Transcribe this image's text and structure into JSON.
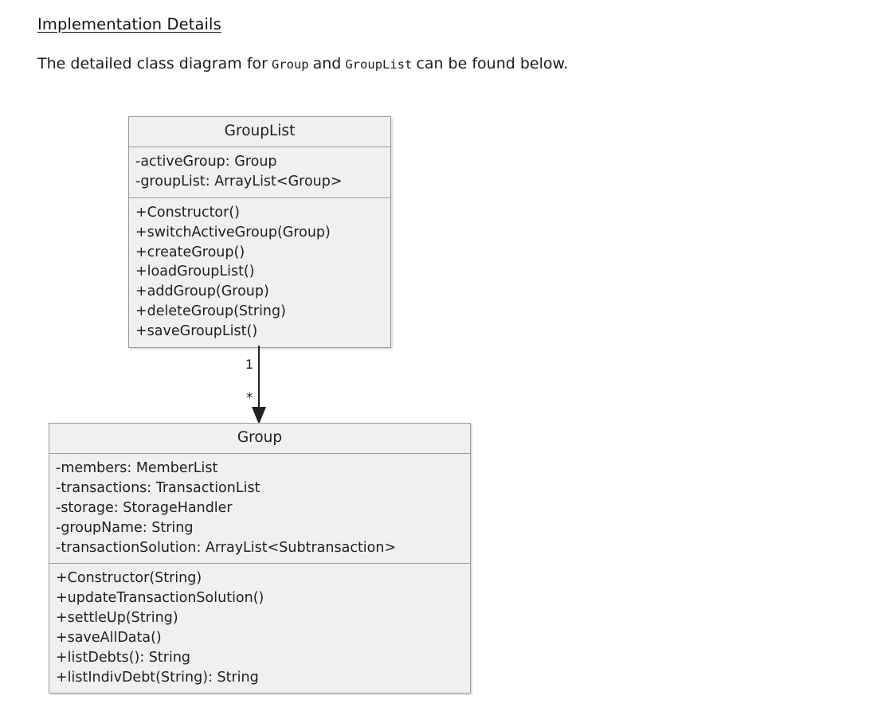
{
  "document": {
    "heading": "Implementation Details",
    "paragraph": {
      "before": "The detailed class diagram for",
      "code_1": "Group",
      "middle": "and",
      "code_2": "GroupList",
      "after": "can be found below."
    }
  },
  "diagram": {
    "type": "uml-class-diagram",
    "classes": [
      {
        "name": "GroupList",
        "attributes": [
          "-activeGroup: Group",
          "-groupList: ArrayList<Group>"
        ],
        "methods": [
          "+Constructor()",
          "+switchActiveGroup(Group)",
          "+createGroup()",
          "+loadGroupList()",
          "+addGroup(Group)",
          "+deleteGroup(String)",
          "+saveGroupList()"
        ]
      },
      {
        "name": "Group",
        "attributes": [
          "-members: MemberList",
          "-transactions: TransactionList",
          "-storage: StorageHandler",
          "-groupName: String",
          "-transactionSolution: ArrayList<Subtransaction>"
        ],
        "methods": [
          "+Constructor(String)",
          "+updateTransactionSolution()",
          "+settleUp(String)",
          "+saveAllData()",
          "+listDebts(): String",
          "+listIndivDebt(String): String"
        ]
      }
    ],
    "association": {
      "from": "GroupList",
      "to": "Group",
      "source_multiplicity": "1",
      "target_multiplicity": "*",
      "arrow": "solid-filled-triangle"
    },
    "colors": {
      "class_fill": "#f0f0f0",
      "class_border": "#9a9a9a",
      "text": "#1f1f1f",
      "connector": "#222222",
      "page_background": "#ffffff"
    }
  }
}
